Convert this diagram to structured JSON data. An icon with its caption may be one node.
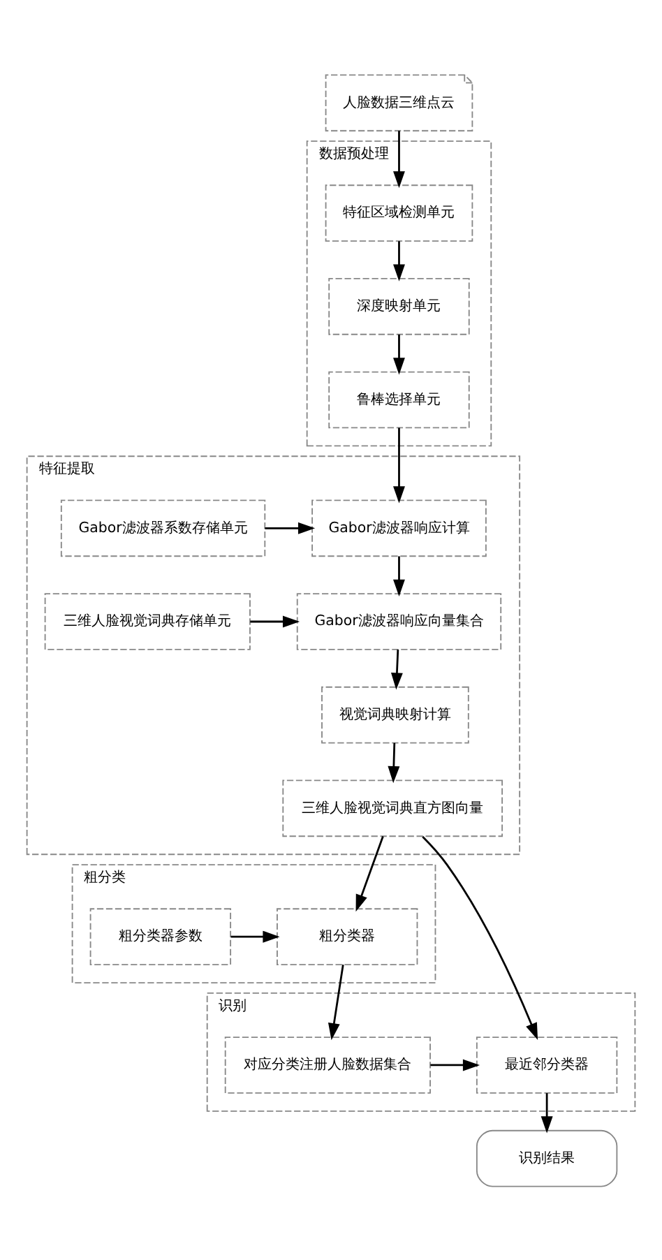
{
  "diagram": {
    "nodes": [
      {
        "text": [
          "人脸数据三维点云"
        ]
      },
      {
        "text": [
          "数据预处理"
        ]
      },
      {
        "text": [
          "特征区域检测单元"
        ],
        "in": 1
      },
      {
        "text": [
          "深度映射单元"
        ],
        "in": 1
      },
      {
        "text": [
          "鲁棒选择单元"
        ],
        "in": 1
      },
      {
        "text": [
          "特征提取"
        ]
      },
      {
        "text": [
          "Gabor滤波器系数存储单元"
        ],
        "in": 5
      },
      {
        "text": [
          "Gabor滤波器响应计算"
        ],
        "in": 5
      },
      {
        "text": [
          "三维人脸视觉词典存储单元"
        ],
        "in": 5
      },
      {
        "text": [
          "Gabor滤波器响应向量集合"
        ],
        "in": 5
      },
      {
        "text": [
          "视觉词典映射计算"
        ],
        "in": 5
      },
      {
        "text": [
          "三维人脸视觉词典直方图向量"
        ],
        "in": 5
      },
      {
        "text": [
          "粗分类"
        ]
      },
      {
        "text": [
          "粗分类器参数"
        ],
        "in": 12
      },
      {
        "text": [
          "粗分类器"
        ],
        "in": 12
      },
      {
        "text": [
          "识别"
        ]
      },
      {
        "text": [
          "对应分类注册人脸数据集合"
        ],
        "in": 15
      },
      {
        "text": [
          "最近邻分类器"
        ],
        "in": 15
      },
      {
        "text": [
          "识别结果"
        ]
      }
    ],
    "edges": [
      {
        "from": 0,
        "to": 2,
        "arrow": "to"
      },
      {
        "from": 2,
        "to": 3,
        "arrow": "to"
      },
      {
        "from": 3,
        "to": 4,
        "arrow": "to"
      },
      {
        "from": 4,
        "to": 7,
        "arrow": "to"
      },
      {
        "from": 6,
        "to": 7,
        "arrow": "to"
      },
      {
        "from": 7,
        "to": 9,
        "arrow": "to"
      },
      {
        "from": 8,
        "to": 9,
        "arrow": "to"
      },
      {
        "from": 9,
        "to": 10,
        "arrow": "to"
      },
      {
        "from": 10,
        "to": 11,
        "arrow": "to"
      },
      {
        "from": 11,
        "to": 14,
        "arrow": "to"
      },
      {
        "from": 11,
        "to": 17,
        "arrow": "to"
      },
      {
        "from": 13,
        "to": 14,
        "arrow": "to"
      },
      {
        "from": 14,
        "to": 16,
        "arrow": "to"
      },
      {
        "from": 16,
        "to": 17,
        "arrow": "to"
      },
      {
        "from": 17,
        "to": 18,
        "arrow": "to"
      }
    ]
  }
}
